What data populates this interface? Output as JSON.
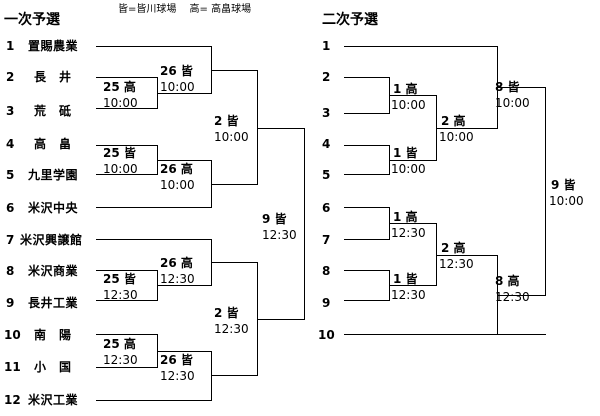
{
  "round1": {
    "title": "一次予選",
    "teams": [
      {
        "no": "1",
        "name": "置賜農業"
      },
      {
        "no": "2",
        "name": "長　井"
      },
      {
        "no": "3",
        "name": "荒　砥"
      },
      {
        "no": "4",
        "name": "高　畠"
      },
      {
        "no": "5",
        "name": "九里学園"
      },
      {
        "no": "6",
        "name": "米沢中央"
      },
      {
        "no": "7",
        "name": "米沢興譲館"
      },
      {
        "no": "8",
        "name": "米沢商業"
      },
      {
        "no": "9",
        "name": "長井工業"
      },
      {
        "no": "10",
        "name": "南　陽"
      },
      {
        "no": "11",
        "name": "小　国"
      },
      {
        "no": "12",
        "name": "米沢工業"
      }
    ],
    "matches": [
      {
        "round": "25 高",
        "time": "10:00"
      },
      {
        "round": "26 皆",
        "time": "10:00"
      },
      {
        "round": "25 皆",
        "time": "10:00"
      },
      {
        "round": "26 高",
        "time": "10:00"
      },
      {
        "round": "2 皆",
        "time": "10:00"
      },
      {
        "round": "25 皆",
        "time": "12:30"
      },
      {
        "round": "26 高",
        "time": "12:30"
      },
      {
        "round": "25 高",
        "time": "12:30"
      },
      {
        "round": "26 皆",
        "time": "12:30"
      },
      {
        "round": "2 皆",
        "time": "12:30"
      },
      {
        "round": "9 皆",
        "time": "12:30"
      }
    ]
  },
  "legend": "皆=皆川球場　 高= 高畠球場",
  "round2": {
    "title": "二次予選",
    "slots": [
      "1",
      "2",
      "3",
      "4",
      "5",
      "6",
      "7",
      "8",
      "9",
      "10"
    ],
    "matches": [
      {
        "round": "1 高",
        "time": "10:00"
      },
      {
        "round": "1 皆",
        "time": "10:00"
      },
      {
        "round": "2 高",
        "time": "10:00"
      },
      {
        "round": "8 皆",
        "time": "10:00"
      },
      {
        "round": "1 高",
        "time": "12:30"
      },
      {
        "round": "1 皆",
        "time": "12:30"
      },
      {
        "round": "2 高",
        "time": "12:30"
      },
      {
        "round": "8 高",
        "time": "12:30"
      },
      {
        "round": "9 皆",
        "time": "10:00"
      }
    ]
  }
}
